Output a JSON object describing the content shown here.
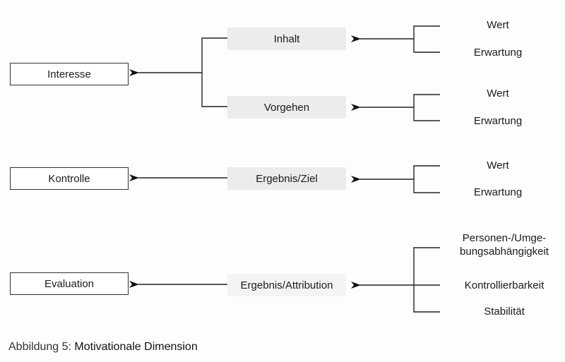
{
  "diagram": {
    "targets": [
      {
        "label": "Interesse"
      },
      {
        "label": "Kontrolle"
      },
      {
        "label": "Evaluation"
      }
    ],
    "intermediates": [
      {
        "label": "Inhalt"
      },
      {
        "label": "Vorgehen"
      },
      {
        "label": "Ergebnis/Ziel"
      },
      {
        "label": "Ergebnis/Attribution"
      }
    ],
    "sources": {
      "inhalt": [
        "Wert",
        "Erwartung"
      ],
      "vorgehen": [
        "Wert",
        "Erwartung"
      ],
      "ziel": [
        "Wert",
        "Erwartung"
      ],
      "attribution": [
        "Personen-/Umge-",
        "bungsabhängigkeit",
        "Kontrollierbarkeit",
        "Stabilität"
      ]
    }
  },
  "caption": {
    "prefix": "Abbildung 5:",
    "title": "Motivationale Dimension"
  }
}
